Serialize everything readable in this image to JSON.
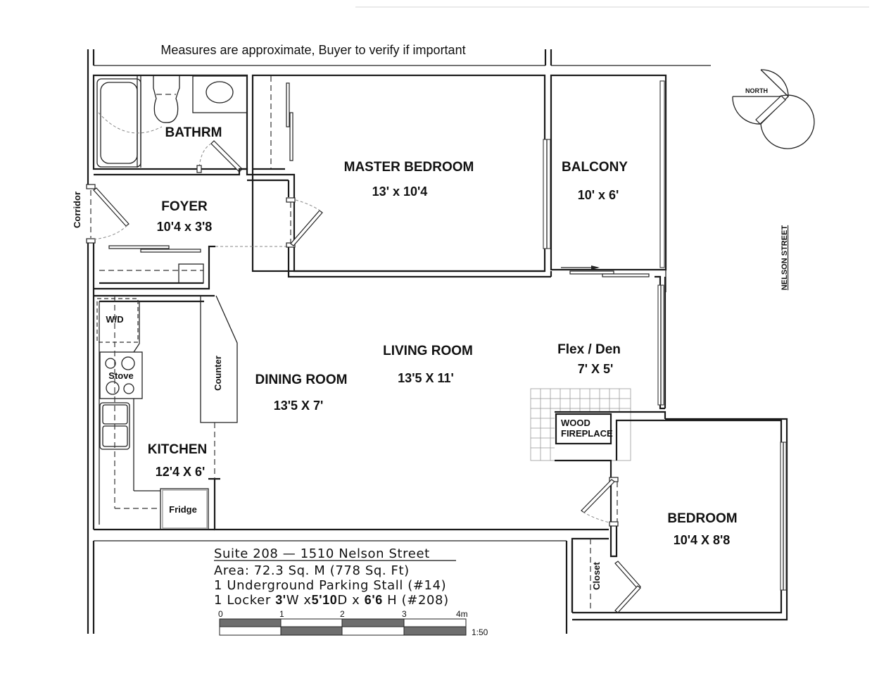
{
  "disclaimer": "Measures are approximate, Buyer to verify if important",
  "compass": {
    "label": "NORTH",
    "icon": "north-arrow-icon"
  },
  "street_label": "NELSON STREET",
  "corridor_label": "Corridor",
  "rooms": {
    "bathroom": {
      "name": "BATHRM"
    },
    "foyer": {
      "name": "FOYER",
      "dimensions": "10'4 x 3'8"
    },
    "master_bedroom": {
      "name": "MASTER BEDROOM",
      "dimensions": "13' x 10'4"
    },
    "balcony": {
      "name": "BALCONY",
      "dimensions": "10' x 6'"
    },
    "living_room": {
      "name": "LIVING ROOM",
      "dimensions": "13'5 X 11'"
    },
    "dining_room": {
      "name": "DINING ROOM",
      "dimensions": "13'5 X 7'"
    },
    "flex_den": {
      "name": "Flex / Den",
      "dimensions": "7' X 5'"
    },
    "kitchen": {
      "name": "KITCHEN",
      "dimensions": "12'4 X 6'"
    },
    "bedroom": {
      "name": "BEDROOM",
      "dimensions": "10'4 X 8'8"
    }
  },
  "fixtures": {
    "washer_dryer": "W/D",
    "stove": "Stove",
    "counter": "Counter",
    "fridge": "Fridge",
    "fireplace_line1": "WOOD",
    "fireplace_line2": "FIREPLACE",
    "closet": "Closet"
  },
  "info_block": {
    "title": "Suite 208 — 1510 Nelson Street",
    "area": "Area: 72.3 Sq. M (778 Sq. Ft)",
    "parking": "1 Underground Parking Stall (#14)",
    "locker_prefix": "1 Locker ",
    "locker_w": "3'",
    "locker_w_unit": "W x",
    "locker_d": "5'10",
    "locker_d_unit": "D x ",
    "locker_h": "6'6",
    "locker_h_unit": " H (#208)"
  },
  "scale_bar": {
    "ticks": [
      "0",
      "1",
      "2",
      "3",
      "4m"
    ],
    "ratio": "1:50"
  }
}
